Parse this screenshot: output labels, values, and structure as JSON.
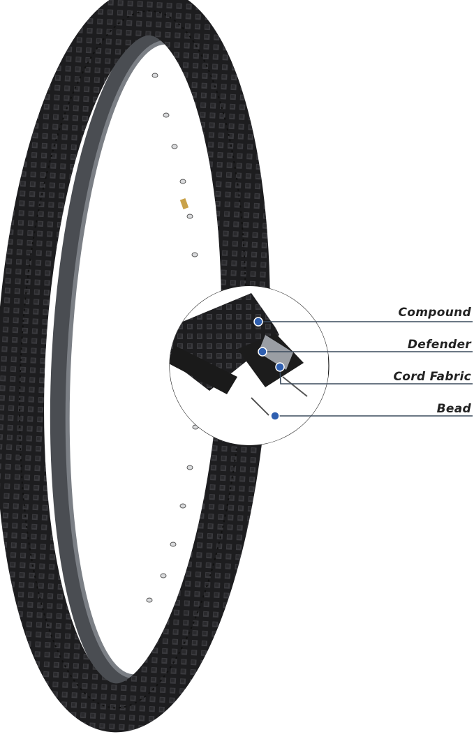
{
  "product": {
    "subject": "mountain bike tire with rim",
    "callout": {
      "labels": [
        {
          "text": "Compound"
        },
        {
          "text": "Defender"
        },
        {
          "text": "Cord Fabric"
        },
        {
          "text": "Bead"
        }
      ],
      "accent_color": "#2f5fb0",
      "line_color": "#3a4a5c"
    }
  }
}
